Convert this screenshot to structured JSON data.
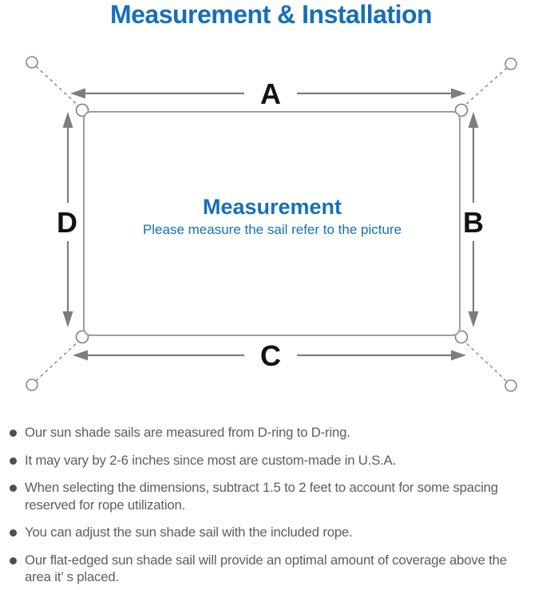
{
  "page": {
    "title": "Measurement & Installation"
  },
  "diagram": {
    "side_labels": {
      "top": "A",
      "right": "B",
      "bottom": "C",
      "left": "D"
    },
    "center": {
      "heading": "Measurement",
      "subheading": "Please measure the sail refer to the picture"
    }
  },
  "notes": [
    "Our sun shade sails are measured from D-ring to D-ring.",
    "It may vary by 2-6 inches since most are custom-made in U.S.A.",
    "When selecting the dimensions, subtract 1.5 to 2 feet to account for some spacing reserved for rope utilization.",
    "You can adjust the sun shade sail with the included rope.",
    "Our flat-edged sun shade sail will provide an optimal amount of coverage above the area it’ s placed."
  ],
  "colors": {
    "accent_blue": "#1570b8",
    "label_black": "#121212",
    "line_gray": "#7d7d7d",
    "outline_gray": "#9e9e9e",
    "text_gray": "#5e5e5e"
  }
}
